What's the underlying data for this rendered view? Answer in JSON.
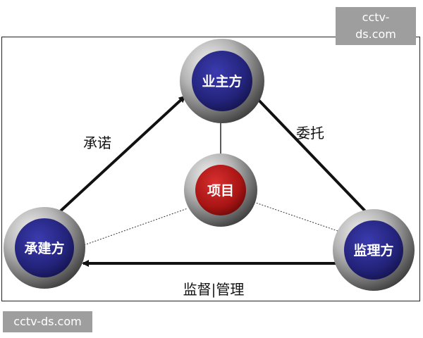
{
  "watermarks": {
    "top": "cctv-ds.com",
    "bottom": "cctv-ds.com"
  },
  "nodes": {
    "owner": "业主方",
    "project": "项目",
    "contractor": "承建方",
    "supervisor": "监理方"
  },
  "edges": {
    "promise": "承诺",
    "entrust": "委托",
    "supervise_manage": "监督|管理"
  },
  "colors": {
    "node_blue": "#2a2a8a",
    "node_red": "#b01818",
    "ring": "#9a9a9a",
    "arrow": "#111111"
  }
}
